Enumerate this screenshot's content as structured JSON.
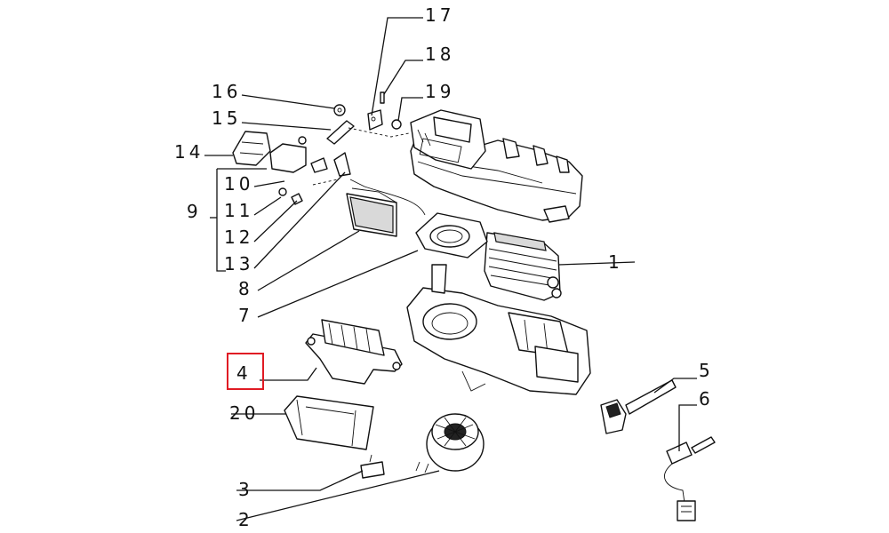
{
  "callouts": [
    {
      "id": "c1",
      "label": "1"
    },
    {
      "id": "c2",
      "label": "2"
    },
    {
      "id": "c3",
      "label": "3"
    },
    {
      "id": "c4",
      "label": "4"
    },
    {
      "id": "c5",
      "label": "5"
    },
    {
      "id": "c6",
      "label": "6"
    },
    {
      "id": "c7",
      "label": "7"
    },
    {
      "id": "c8",
      "label": "8"
    },
    {
      "id": "c9",
      "label": "9"
    },
    {
      "id": "c10",
      "label": "10"
    },
    {
      "id": "c11",
      "label": "11"
    },
    {
      "id": "c12",
      "label": "12"
    },
    {
      "id": "c13",
      "label": "13"
    },
    {
      "id": "c14",
      "label": "14"
    },
    {
      "id": "c15",
      "label": "15"
    },
    {
      "id": "c16",
      "label": "16"
    },
    {
      "id": "c17",
      "label": "17"
    },
    {
      "id": "c18",
      "label": "18"
    },
    {
      "id": "c19",
      "label": "19"
    },
    {
      "id": "c20",
      "label": "20"
    }
  ],
  "highlight": {
    "callout": "4",
    "color": "#e01b24"
  }
}
